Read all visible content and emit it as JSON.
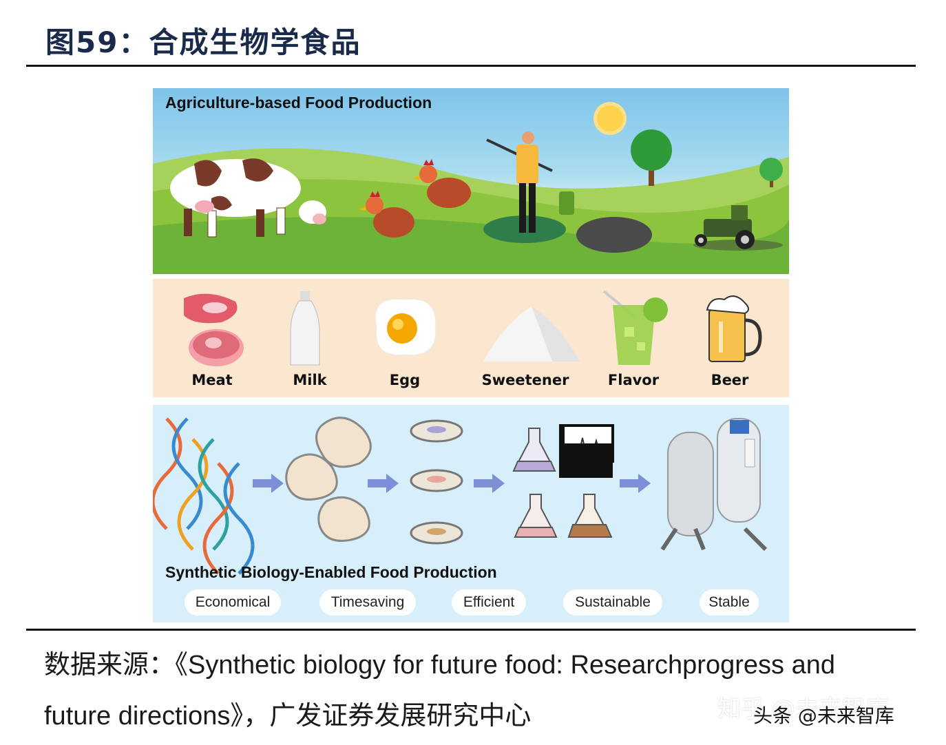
{
  "figure_title": "图59：合成生物学食品",
  "panels": {
    "agriculture": {
      "title": "Agriculture-based Food Production"
    },
    "foods": {
      "items": [
        "Meat",
        "Milk",
        "Egg",
        "Sweetener",
        "Flavor",
        "Beer"
      ]
    },
    "synbio": {
      "title": "Synthetic Biology-Enabled Food Production",
      "benefits": [
        "Economical",
        "Timesaving",
        "Efficient",
        "Sustainable",
        "Stable"
      ]
    }
  },
  "source": {
    "line1": "数据来源：《Synthetic biology for future food: Researchprogress and",
    "line2": "future directions》，广发证券发展研究中心"
  },
  "watermark": {
    "back": "知乎 @未来智库",
    "front": "头条 @未来智库"
  }
}
